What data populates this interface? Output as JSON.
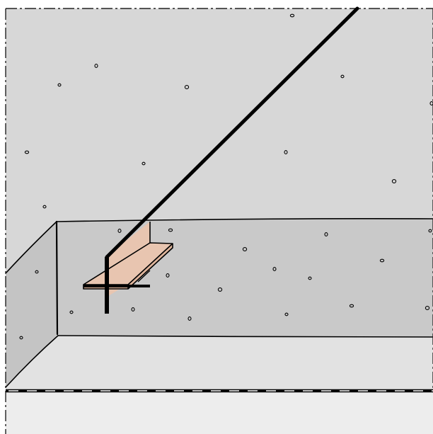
{
  "illustration": {
    "kind": "technical-construction-sketch",
    "subject": "concrete-wall-with-recess-and-angle-bracket",
    "colors": {
      "background": "#ffffff",
      "wall_light": "#d7d7d7",
      "recess_back": "#c9c9c9",
      "recess_side": "#c4c4c4",
      "recess_floor": "#e2e2e2",
      "base_band": "#ededed",
      "bracket_fill": "#e8c5b0",
      "bracket_shade": "#dfb59c",
      "line": "#000000",
      "frame_line": "#222222"
    },
    "icons": [
      "angle-bracket-icon",
      "diagonal-reference-line",
      "aggregate-speck"
    ]
  }
}
